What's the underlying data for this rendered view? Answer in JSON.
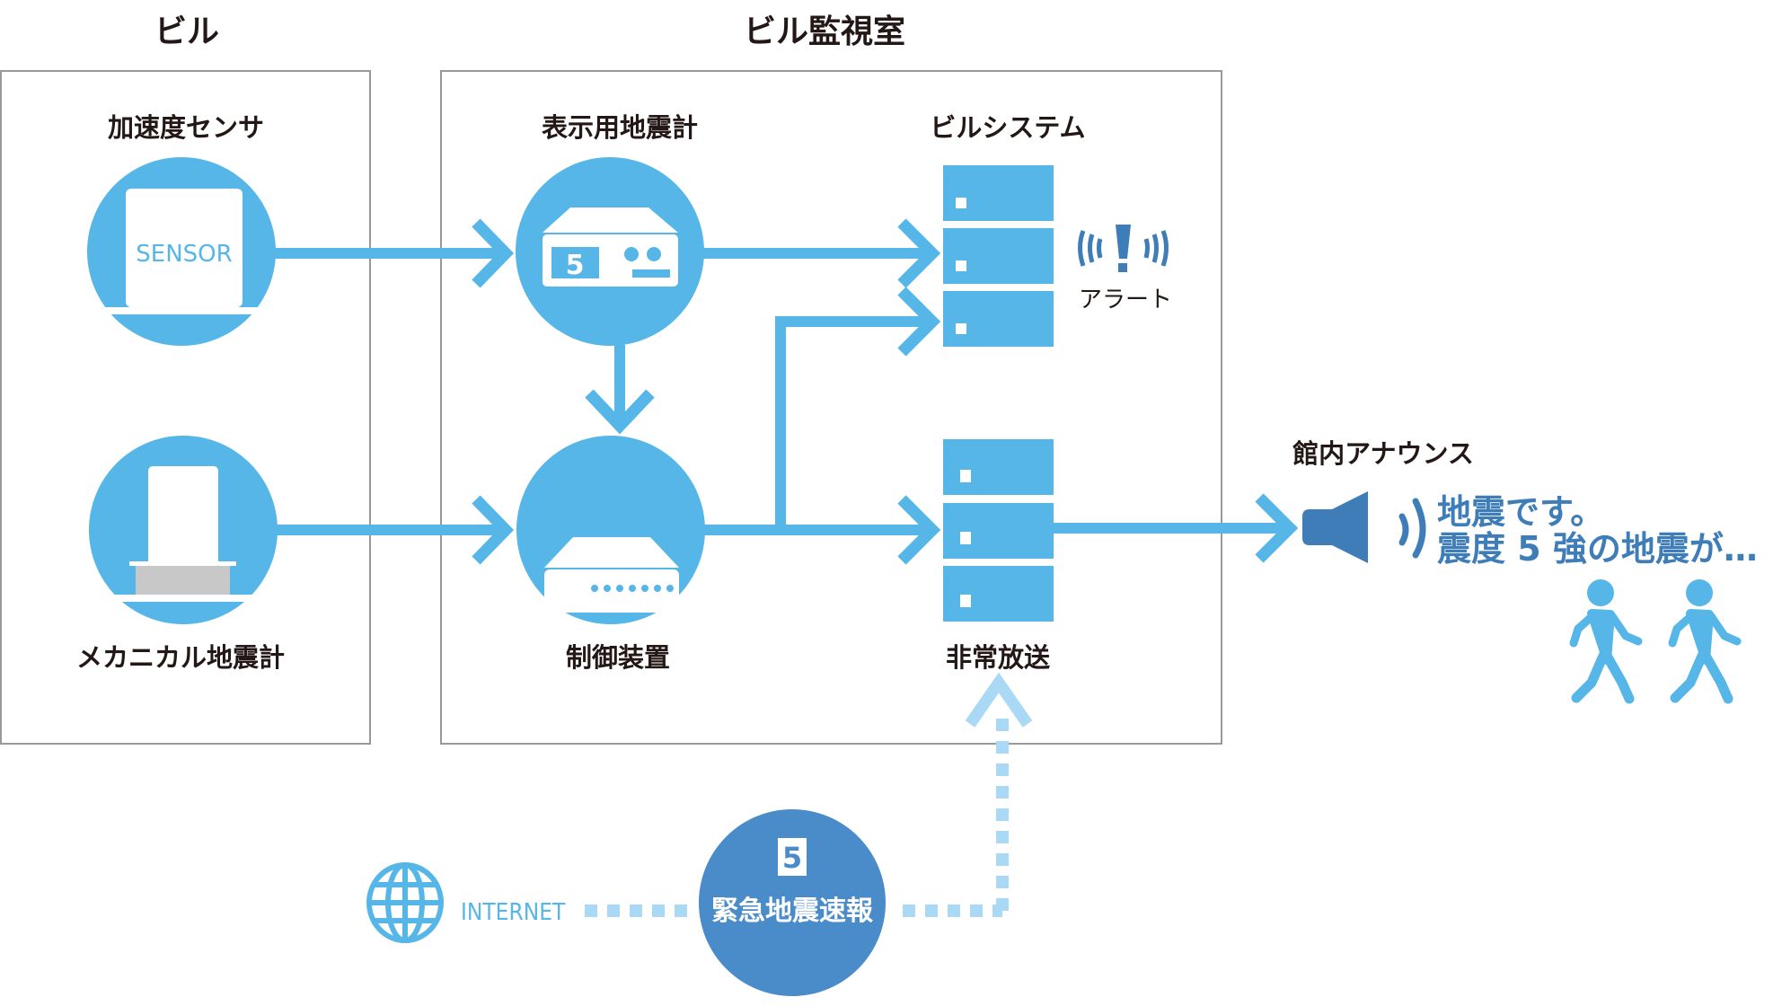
{
  "colors": {
    "primary": "#56b6e8",
    "dark_blue": "#4a8bc9",
    "announcement_blue": "#3f7db8",
    "light_dashed": "#a9d9f5",
    "box_border": "#999999",
    "text": "#231815",
    "gray_base": "#c8c8c8"
  },
  "sections": {
    "building": {
      "title": "ビル"
    },
    "monitoring_room": {
      "title": "ビル監視室"
    }
  },
  "nodes": {
    "accel_sensor": {
      "label": "加速度センサ",
      "device_text": "SENSOR",
      "icon": "sensor-icon"
    },
    "mechanical_seismometer": {
      "label": "メカニカル地震計",
      "icon": "mechanical-seismometer-icon"
    },
    "display_seismometer": {
      "label": "表示用地震計",
      "intensity": "5",
      "icon": "display-seismometer-icon"
    },
    "control_device": {
      "label": "制御装置",
      "icon": "control-device-icon"
    },
    "building_system": {
      "label": "ビルシステム",
      "icon": "server-stack-icon"
    },
    "alert": {
      "label": "アラート",
      "icon": "alert-icon"
    },
    "emergency_broadcast": {
      "label": "非常放送",
      "icon": "server-stack-icon"
    },
    "announcement": {
      "label": "館内アナウンス",
      "message_line1": "地震です。",
      "message_line2": "震度 5 強の地震が…",
      "icon": "speaker-icon"
    },
    "people": {
      "icon": "walking-person-icon",
      "count": 2
    },
    "internet": {
      "label": "INTERNET",
      "icon": "globe-icon"
    },
    "eew": {
      "label": "緊急地震速報",
      "intensity": "5"
    }
  },
  "connections": [
    {
      "from": "accel_sensor",
      "to": "display_seismometer",
      "style": "solid"
    },
    {
      "from": "mechanical_seismometer",
      "to": "control_device",
      "style": "solid"
    },
    {
      "from": "display_seismometer",
      "to": "control_device",
      "style": "solid"
    },
    {
      "from": "display_seismometer",
      "to": "building_system",
      "style": "solid"
    },
    {
      "from": "control_device",
      "to": "building_system",
      "style": "solid"
    },
    {
      "from": "control_device",
      "to": "emergency_broadcast",
      "style": "solid"
    },
    {
      "from": "emergency_broadcast",
      "to": "announcement",
      "style": "solid"
    },
    {
      "from": "internet",
      "to": "eew",
      "style": "dashed"
    },
    {
      "from": "eew",
      "to": "emergency_broadcast",
      "style": "dashed"
    }
  ]
}
